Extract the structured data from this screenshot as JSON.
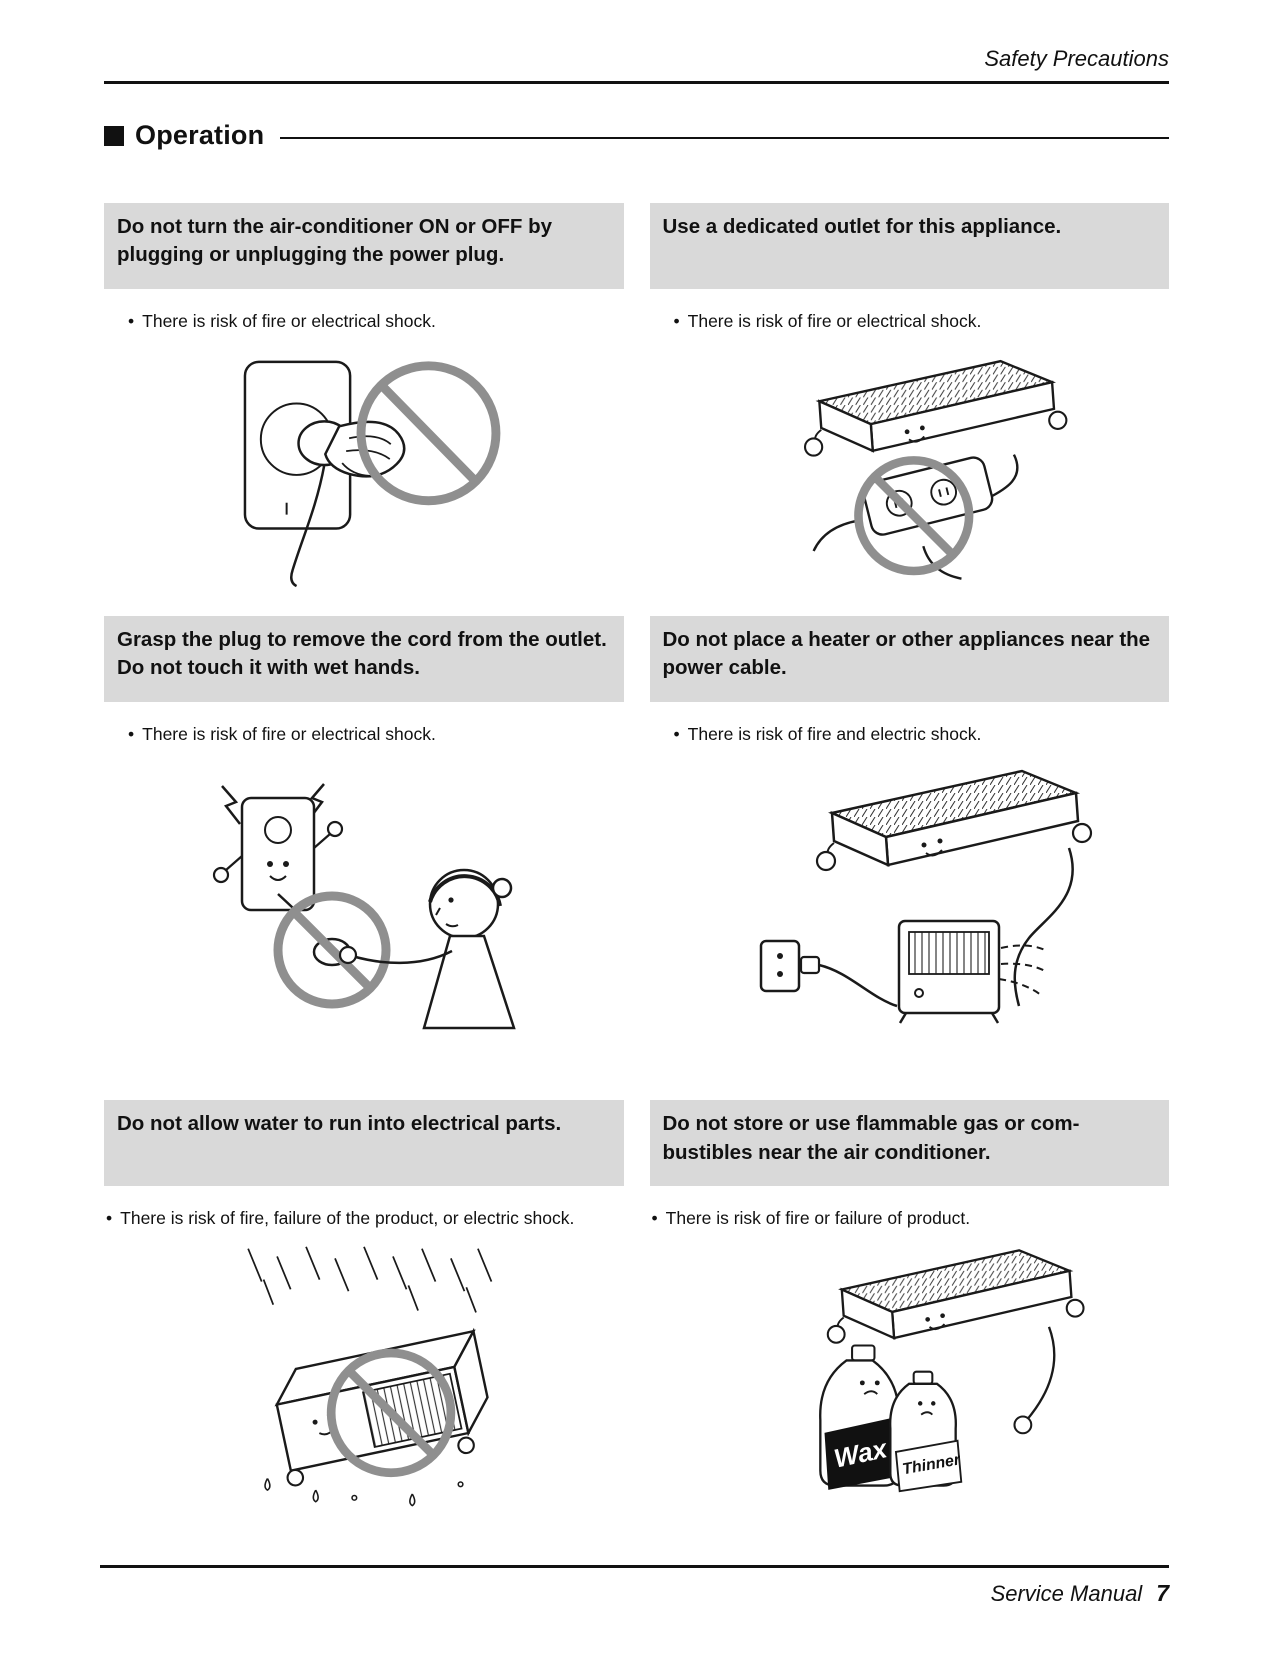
{
  "page": {
    "running_header": "Safety Precautions",
    "section": {
      "title": "Operation"
    },
    "bullet_char": "•",
    "footer": {
      "label": "Service Manual",
      "page_number": "7"
    }
  },
  "panels": [
    {
      "title": "Do not turn the air-conditioner ON or OFF by plugging or unplugging the power plug.",
      "bullet": "There is risk of fire or electrical shock.",
      "illustration": "hand-pulling-plug-prohibited-illustration"
    },
    {
      "title": "Use a dedicated outlet for this appliance.",
      "bullet": "There is risk of fire or electrical shock.",
      "illustration": "air-conditioner-multi-outlet-prohibited-illustration"
    },
    {
      "title": "Grasp the plug to remove the cord from the outlet. Do not touch it with wet hands.",
      "bullet": "There is risk of fire or electrical shock.",
      "illustration": "woman-yanking-cord-sparking-outlet-prohibited-illustration"
    },
    {
      "title": "Do not place a heater or other appliances near the power cable.",
      "bullet": "There is risk of fire and electric shock.",
      "illustration": "heater-near-power-cable-illustration"
    },
    {
      "title": "Do not allow water to run into electrical parts.",
      "bullet": "There is risk of fire, failure of the product, or electric shock.",
      "illustration": "water-on-air-conditioner-prohibited-illustration"
    },
    {
      "title": "Do not store or use flammable gas or com-bustibles near the air conditioner.",
      "bullet": "There is risk of fire or failure of product.",
      "illustration": "flammable-bottles-near-air-conditioner-illustration"
    }
  ],
  "illustration_labels": {
    "wax": "Wax",
    "thinner": "Thinner"
  }
}
